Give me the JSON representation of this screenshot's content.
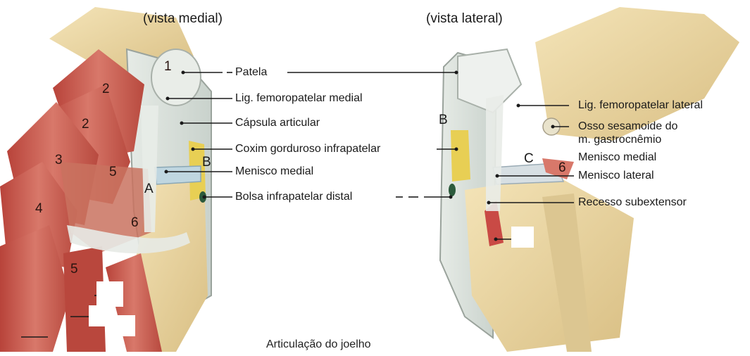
{
  "caption": "Articulação do joelho",
  "views": {
    "medial": {
      "title": "(vista medial)",
      "numbers": [
        "1",
        "2",
        "2",
        "3",
        "5",
        "4",
        "5",
        "6"
      ],
      "letters": [
        "A",
        "B"
      ]
    },
    "lateral": {
      "title": "(vista lateral)",
      "numbers": [
        "6"
      ],
      "letters": [
        "B",
        "C"
      ]
    }
  },
  "labels": {
    "patela": "Patela",
    "lig_medial": "Lig. femoropatelar medial",
    "capsula": "Cápsula articular",
    "coxim": "Coxim gorduroso infrapatelar",
    "menisco_medial_left": "Menisco medial",
    "bolsa": "Bolsa infrapatelar distal",
    "lig_lateral": "Lig. femoropatelar lateral",
    "osso_sesamoide_1": "Osso sesamoide do",
    "osso_sesamoide_2": "m. gastrocnêmio",
    "menisco_medial_right": "Menisco medial",
    "menisco_lateral": "Menisco lateral",
    "recesso": "Recesso subextensor"
  }
}
